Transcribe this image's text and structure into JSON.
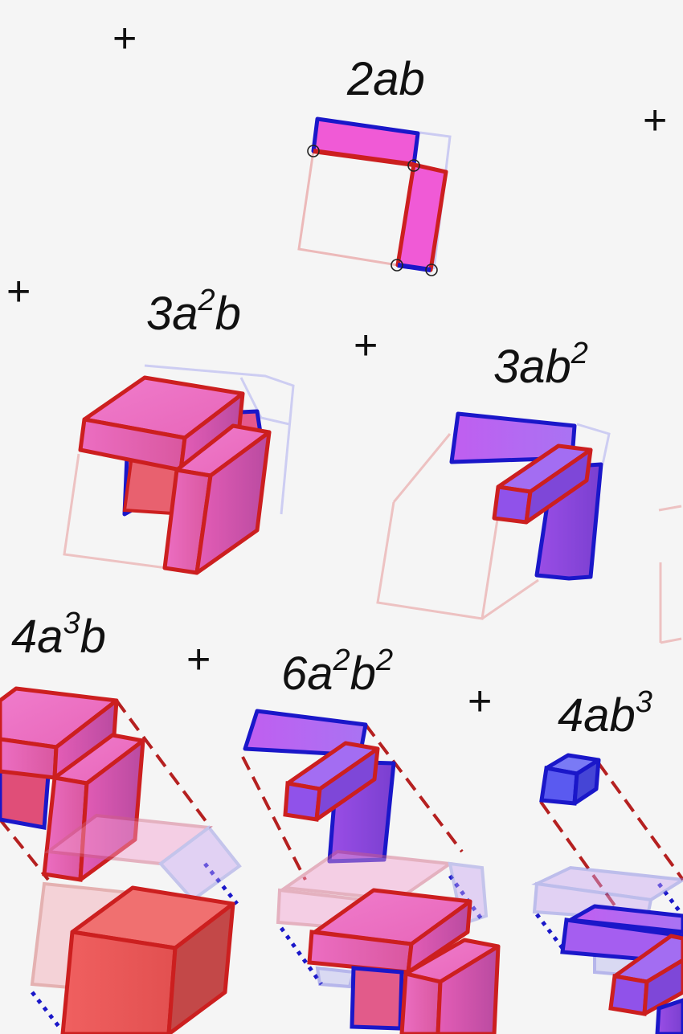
{
  "terms": [
    {
      "coef": "2",
      "a": "a",
      "a_exp": "",
      "b": "b",
      "b_exp": ""
    },
    {
      "coef": "3",
      "a": "a",
      "a_exp": "2",
      "b": "b",
      "b_exp": ""
    },
    {
      "coef": "3",
      "a": "a",
      "a_exp": "",
      "b": "b",
      "b_exp": "2"
    },
    {
      "coef": "4",
      "a": "a",
      "a_exp": "3",
      "b": "b",
      "b_exp": ""
    },
    {
      "coef": "6",
      "a": "a",
      "a_exp": "2",
      "b": "b",
      "b_exp": "2"
    },
    {
      "coef": "4",
      "a": "a",
      "a_exp": "",
      "b": "b",
      "b_exp": "3"
    }
  ],
  "operator": "+",
  "colors": {
    "background": "#f5f5f5",
    "red_edge": "#cc1f1f",
    "blue_edge": "#1a17c9",
    "pink_fill": "#f05ad6",
    "violet_fill": "#a66bf0",
    "red_fill": "#ee5b5b",
    "blue_fill": "#5a5af0"
  }
}
